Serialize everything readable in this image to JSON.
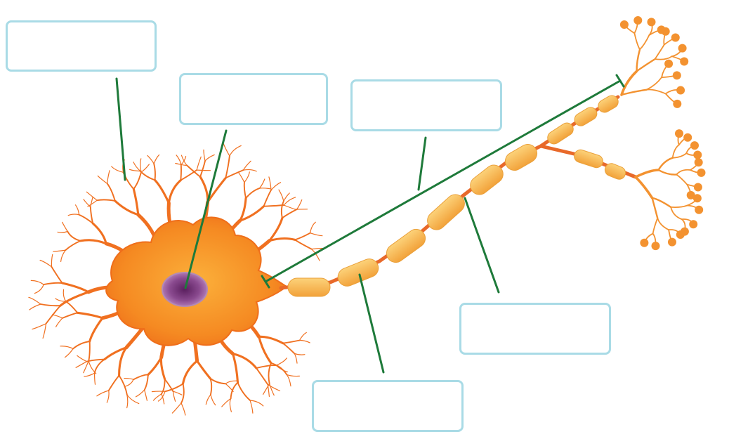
{
  "diagram": {
    "label_boxes": [
      {
        "id": "box-1",
        "text": ""
      },
      {
        "id": "box-2",
        "text": ""
      },
      {
        "id": "box-3",
        "text": ""
      },
      {
        "id": "box-4",
        "text": ""
      },
      {
        "id": "box-5",
        "text": ""
      }
    ],
    "colors": {
      "box_border": "#a9dbe6",
      "leader_line": "#1e7a3a",
      "cell_body": "#f47b20",
      "cell_body_light": "#fbb03b",
      "nucleus": "#7b3a82",
      "myelin": "#f9b24a",
      "dendrite": "#f07020",
      "terminal": "#f39230"
    }
  }
}
